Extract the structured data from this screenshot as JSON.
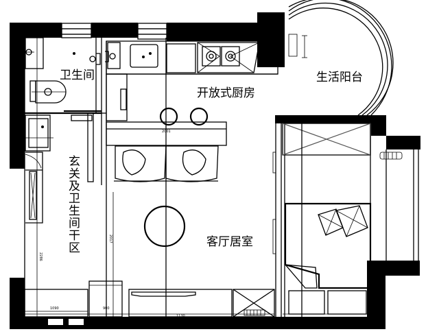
{
  "rooms": {
    "bathroom": "卫生间",
    "open_kitchen": "开放式厨房",
    "balcony": "生活阳台",
    "entrance_dry_area": "玄关及卫生间干区",
    "living_room": "客厅居室"
  },
  "dimensions": {
    "bottom_left_width": "1090",
    "bottom_mid_width": "900",
    "bottom_right_width": "1130",
    "counter_length": "2001",
    "vertical_left": "2286",
    "vertical_mid": "2017"
  },
  "colors": {
    "wall": "#000000",
    "background": "#ffffff",
    "cross_lines": "#555555"
  }
}
